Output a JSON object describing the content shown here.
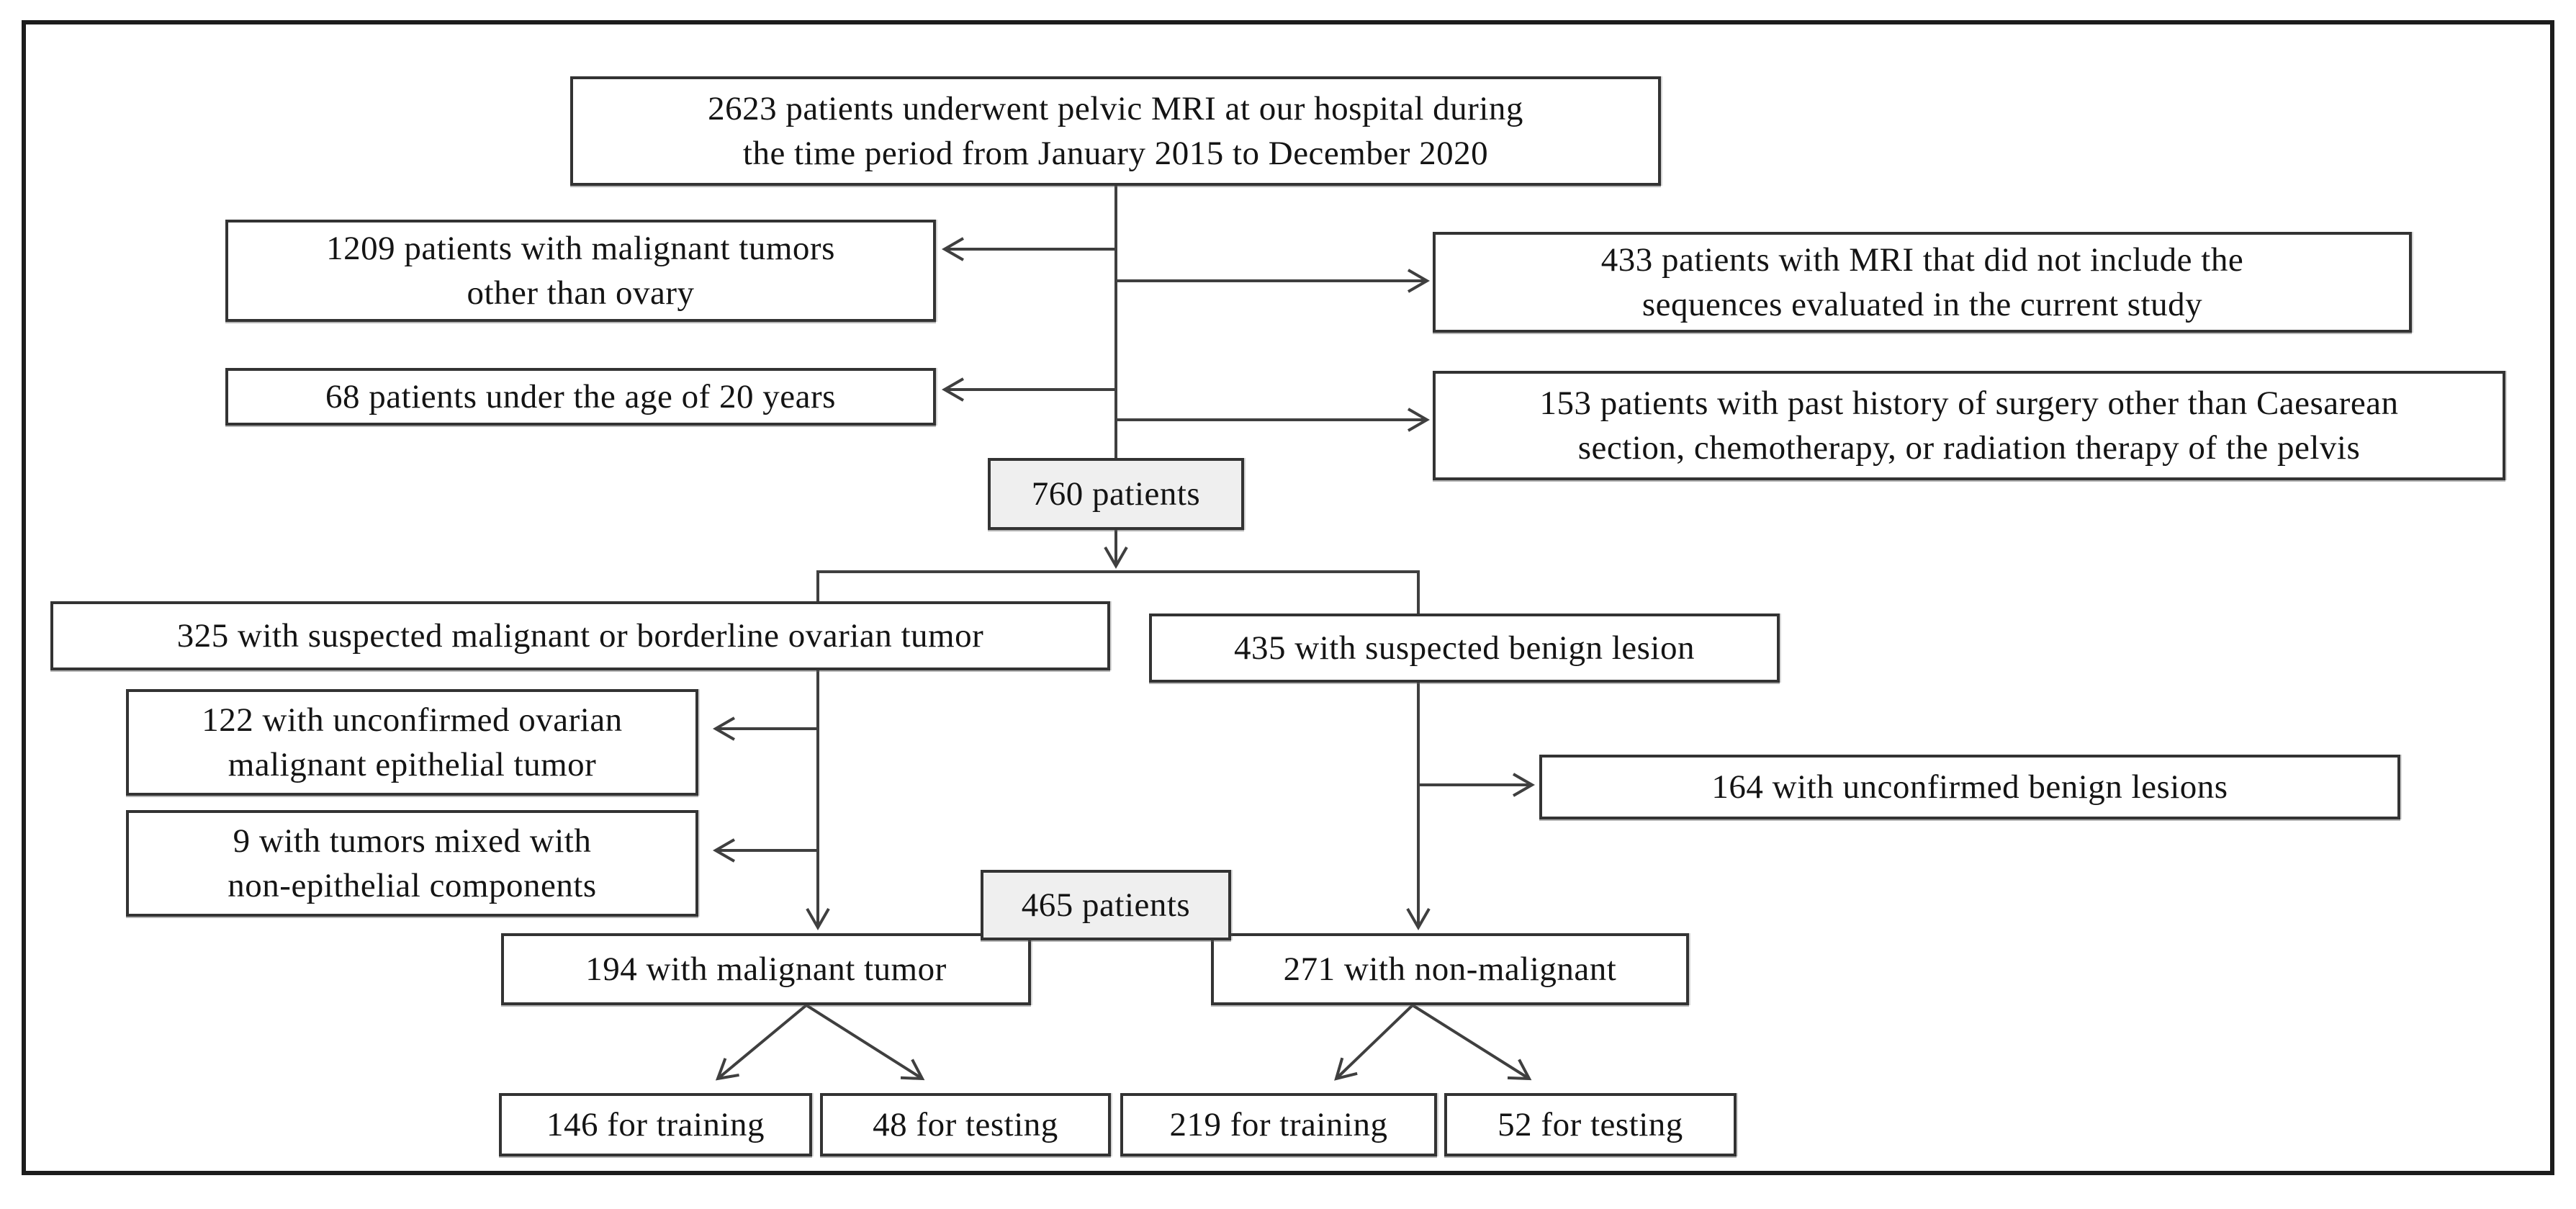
{
  "figure": {
    "kind": "patient-selection-flowchart",
    "colors": {
      "background": "#ffffff",
      "frame_border": "#1c1c1c",
      "box_border": "#333333",
      "line": "#3f3f3f",
      "shaded_box_fill": "#efefef",
      "text": "#141414"
    }
  },
  "nodes": {
    "enrollment": {
      "lines": [
        "2623 patients underwent pelvic MRI at our hospital during",
        "the time period from January 2015 to December 2020"
      ]
    },
    "excluded_other_malignant": {
      "lines": [
        "1209 patients with malignant tumors",
        "other than ovary"
      ]
    },
    "excluded_sequences": {
      "lines": [
        "433 patients with MRI that did not include the",
        "sequences evaluated in the current study"
      ]
    },
    "excluded_age": {
      "lines": [
        "68 patients under the age of 20 years"
      ]
    },
    "excluded_history": {
      "lines": [
        "153 patients with past history of surgery other than Caesarean",
        "section, chemotherapy, or radiation therapy of the pelvis"
      ]
    },
    "patients_760": {
      "lines": [
        "760 patients"
      ],
      "highlighted": true
    },
    "suspected_malignant": {
      "lines": [
        "325 with suspected malignant or borderline ovarian tumor"
      ]
    },
    "suspected_benign": {
      "lines": [
        "435 with suspected benign lesion"
      ]
    },
    "excluded_unconfirmed_epithelial": {
      "lines": [
        "122 with unconfirmed ovarian",
        "malignant epithelial tumor"
      ]
    },
    "excluded_mixed_nonepithelial": {
      "lines": [
        "9 with tumors mixed with",
        "non-epithelial components"
      ]
    },
    "excluded_unconfirmed_benign": {
      "lines": [
        "164 with unconfirmed benign lesions"
      ]
    },
    "patients_465": {
      "lines": [
        "465 patients"
      ],
      "highlighted": true
    },
    "malignant_tumor": {
      "lines": [
        "194 with malignant tumor"
      ]
    },
    "non_malignant": {
      "lines": [
        "271 with non-malignant"
      ]
    },
    "malignant_training": {
      "lines": [
        "146 for training"
      ]
    },
    "malignant_testing": {
      "lines": [
        "48 for testing"
      ]
    },
    "non_malignant_training": {
      "lines": [
        "219 for training"
      ]
    },
    "non_malignant_testing": {
      "lines": [
        "52 for testing"
      ]
    }
  }
}
